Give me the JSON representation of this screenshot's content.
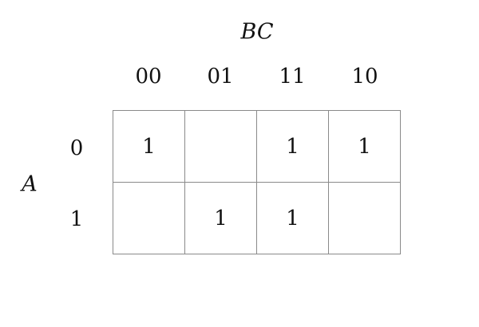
{
  "column_variable": "BC",
  "row_variable": "A",
  "column_headers": [
    "00",
    "01",
    "11",
    "10"
  ],
  "row_headers": [
    "0",
    "1"
  ],
  "cells": [
    [
      "1",
      "",
      "1",
      "1"
    ],
    [
      "",
      "1",
      "1",
      ""
    ]
  ]
}
